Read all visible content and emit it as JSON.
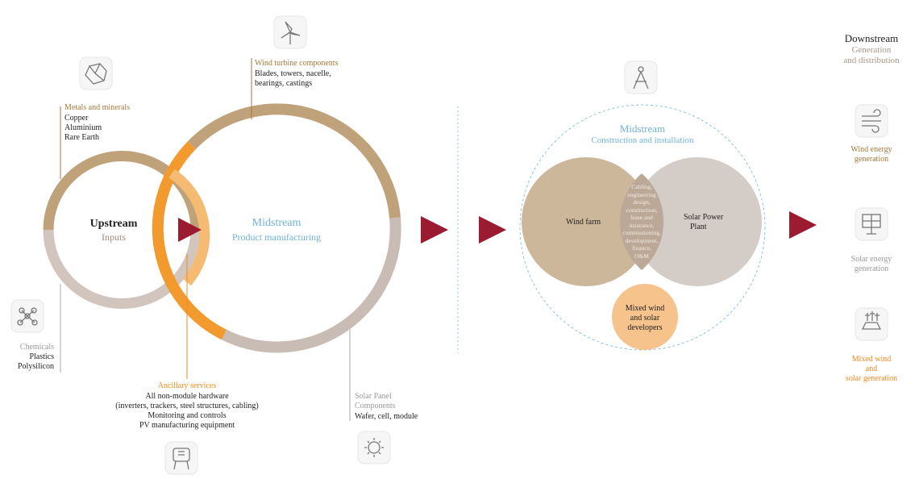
{
  "upstream": {
    "title": "Upstream",
    "subtitle": "Inputs",
    "metals": {
      "heading": "Metals and minerals",
      "items": [
        "Copper",
        "Aluminium",
        "Rare Earth"
      ]
    },
    "chemicals": {
      "heading": "Chemicals",
      "items": [
        "Plastics",
        "Polysilicon"
      ]
    }
  },
  "midstream_manufacturing": {
    "title": "Midstream",
    "subtitle": "Product manufacturing",
    "wind_components": {
      "heading": "Wind turbine components",
      "lines": [
        "Blades, towers, nacelle,",
        "bearings, castings"
      ]
    },
    "ancillary": {
      "heading": "Ancillary services",
      "lines": [
        "All non-module hardware",
        "(inverters, trackers, steel structures, cabling)",
        "Monitoring and controls",
        "PV manufacturing equipment"
      ]
    },
    "solar_components": {
      "heading_lines": [
        "Solar Panel",
        "Components"
      ],
      "detail": "Wafer, cell, module"
    }
  },
  "midstream_construction": {
    "title": "Midstream",
    "subtitle": "Construction and installation",
    "wind_farm": "Wind farm",
    "solar_plant_lines": [
      "Solar Power",
      "Plant"
    ],
    "overlap_lines": [
      "Cabling,",
      "engineering",
      "design,",
      "construction,",
      "lease and",
      "insurance,",
      "commissioning,",
      "development,",
      "finance,",
      "O&M"
    ],
    "mixed_lines": [
      "Mixed wind",
      "and solar",
      "developers"
    ]
  },
  "downstream": {
    "title": "Downstream",
    "subtitle_lines": [
      "Generation",
      "and distribution"
    ],
    "items": [
      {
        "lines": [
          "Wind energy",
          "generation"
        ],
        "icon": "wind-icon",
        "color": "#a5773c"
      },
      {
        "lines": [
          "Solar energy",
          "generation"
        ],
        "icon": "solar-panel-icon",
        "color": "#9a9a9a"
      },
      {
        "lines": [
          "Mixed wind",
          "and",
          "solar generation"
        ],
        "icon": "mixed-generation-icon",
        "color": "#f08a1c"
      }
    ]
  },
  "colors": {
    "tan": "#bfa27a",
    "grey": "#cbbdb5",
    "orange": "#f39a2e",
    "light_orange": "#f5bb72",
    "blue": "#6fb4d8",
    "arrow": "#9b1b30"
  }
}
